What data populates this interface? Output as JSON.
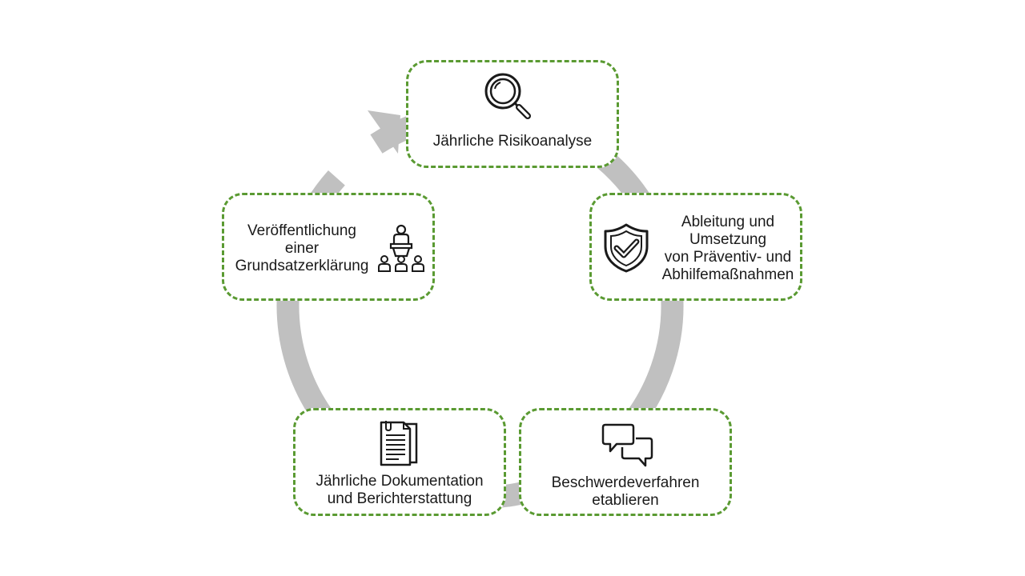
{
  "colors": {
    "ring": "#c0c0c0",
    "border": "#5a9a32",
    "text": "#1a1a1a"
  },
  "steps": [
    {
      "icon": "magnifier-icon",
      "lines": [
        "Jährliche Risikoanalyse"
      ]
    },
    {
      "icon": "shield-check-icon",
      "lines": [
        "Ableitung und",
        "Umsetzung",
        "von Präventiv- und",
        "Abhilfemaßnahmen"
      ]
    },
    {
      "icon": "chat-bubbles-icon",
      "lines": [
        "Beschwerdeverfahren",
        "etablieren"
      ]
    },
    {
      "icon": "document-icon",
      "lines": [
        "Jährliche Dokumentation",
        "und Berichterstattung"
      ]
    },
    {
      "icon": "speaker-audience-icon",
      "lines": [
        "Veröffentlichung",
        "einer",
        "Grundsatzerklärung"
      ]
    }
  ]
}
